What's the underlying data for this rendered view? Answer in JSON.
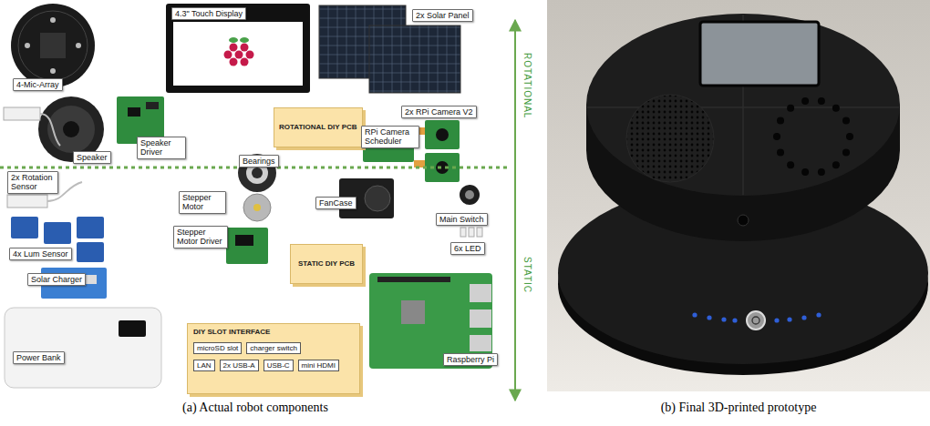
{
  "diagram": {
    "nodes": [
      {
        "text": [
          "4-Mic-Array"
        ]
      },
      {
        "text": [
          "4.3\" Touch Display"
        ]
      },
      {
        "text": [
          "2x Solar Panel"
        ]
      },
      {
        "text": [
          "2x RPi Camera V2"
        ]
      },
      {
        "text": [
          "Speaker"
        ]
      },
      {
        "text": [
          "Speaker Driver"
        ]
      },
      {
        "text": [
          "ROTATIONAL DIY PCB"
        ]
      },
      {
        "text": [
          "RPi Camera Scheduler"
        ]
      },
      {
        "text": [
          "2x Rotation Sensor"
        ]
      },
      {
        "text": [
          "Bearings"
        ]
      },
      {
        "text": [
          "Stepper Motor"
        ]
      },
      {
        "text": [
          "FanCase"
        ]
      },
      {
        "text": [
          "Main Switch"
        ]
      },
      {
        "text": [
          "4x Lum Sensor"
        ]
      },
      {
        "text": [
          "Stepper Motor Driver"
        ]
      },
      {
        "text": [
          "6x LED"
        ]
      },
      {
        "text": [
          "STATIC DIY PCB"
        ]
      },
      {
        "text": [
          "Solar Charger"
        ]
      },
      {
        "text": [
          "Raspberry Pi"
        ]
      },
      {
        "text": [
          "Power Bank"
        ]
      },
      {
        "text": [
          "DIY SLOT INTERFACE"
        ]
      },
      {
        "text": [
          "microSD slot"
        ],
        "in": 20
      },
      {
        "text": [
          "charger switch"
        ],
        "in": 20
      },
      {
        "text": [
          "LAN"
        ],
        "in": 20
      },
      {
        "text": [
          "2x USB-A"
        ],
        "in": 20
      },
      {
        "text": [
          "USB-C"
        ],
        "in": 20
      },
      {
        "text": [
          "mini HDMI"
        ],
        "in": 20
      }
    ],
    "labels": [
      "ROTATIONAL",
      "STATIC",
      "(a) Actual robot components",
      "(b) Final 3D-printed prototype"
    ]
  }
}
